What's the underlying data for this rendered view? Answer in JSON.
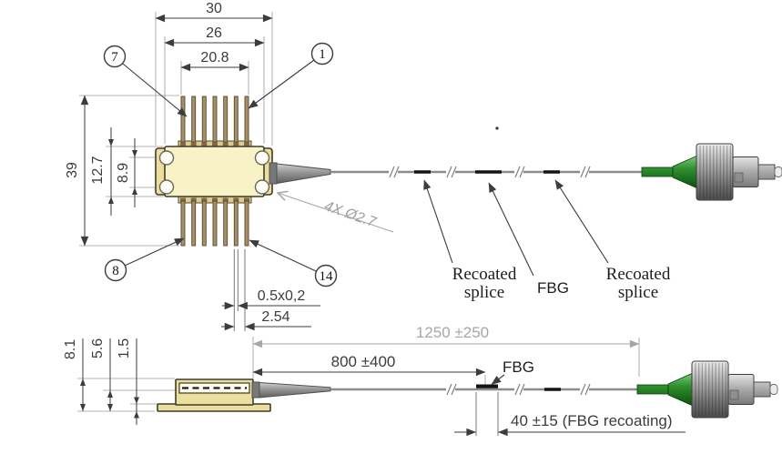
{
  "colors": {
    "package_body": "#f8f3c6",
    "package_flange": "#ecdf9e",
    "outline": "#3f3b2c",
    "pin": "#a79068",
    "fiber": "#8c8c8c",
    "mark": "#141414",
    "dim": "#3c3c3c",
    "dim_light": "#a6a6a6",
    "connector_green": "#2f8f2f",
    "connector_metal": "#9a9a9a"
  },
  "top_view": {
    "width_dims": {
      "outer": "30",
      "body": "26",
      "pins": "20.8"
    },
    "height_dims": {
      "outer": "39",
      "package": "12.7",
      "holes": "8.9"
    },
    "balloons": {
      "pin1": "1",
      "pin7": "7",
      "pin8": "8",
      "pin14": "14"
    },
    "notes": {
      "mounting_holes": "4X Ø2.7",
      "pin_cross_section": "0.5x0,2",
      "pin_pitch": "2.54"
    },
    "fiber_labels": {
      "splice_left_1": "Recoated",
      "splice_left_2": "splice",
      "fbg": "FBG",
      "splice_right_1": "Recoated",
      "splice_right_2": "splice"
    }
  },
  "side_view": {
    "height_dims": {
      "total": "8.1",
      "axis": "5.6",
      "flange": "1.5"
    },
    "length_dims": {
      "total": "1250 ±250",
      "fbg": "800 ±400",
      "fbg_recoating": "40 ±15 (FBG recoating)"
    },
    "labels": {
      "fbg": "FBG"
    }
  }
}
